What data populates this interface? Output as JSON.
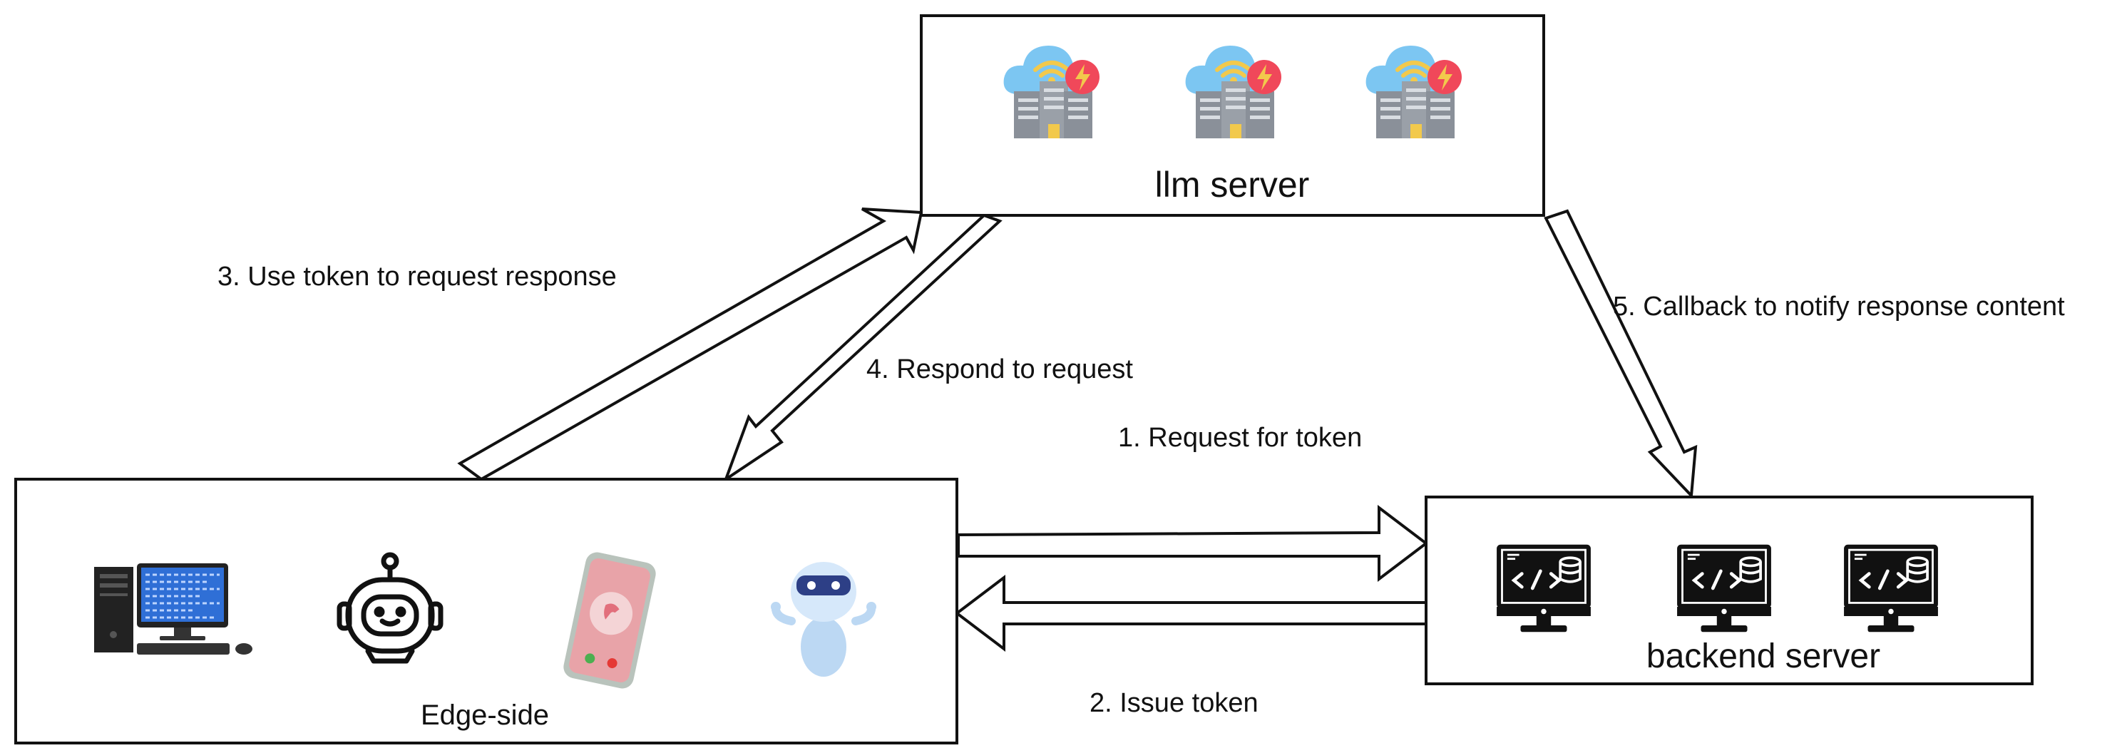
{
  "nodes": {
    "llm_server": {
      "label": "llm server",
      "icons": [
        "cloud-server-icon",
        "cloud-server-icon",
        "cloud-server-icon"
      ]
    },
    "edge_side": {
      "label": "Edge-side",
      "icons": [
        "desktop-computer-icon",
        "robot-head-icon",
        "smartphone-icon",
        "robot-mascot-icon"
      ]
    },
    "backend_server": {
      "label": "backend server",
      "icons": [
        "code-monitor-icon",
        "code-monitor-icon",
        "code-monitor-icon"
      ]
    }
  },
  "arrows": {
    "step1": "1. Request for token",
    "step2": "2. Issue token",
    "step3": "3. Use token to request response",
    "step4": "4. Respond to request",
    "step5": "5. Callback to notify response content"
  },
  "colors": {
    "cloud": "#7cc6f2",
    "server_body": "#8a9099",
    "lightning_badge": "#f0485a",
    "wifi": "#f2c94c",
    "monitor": "#111111"
  }
}
